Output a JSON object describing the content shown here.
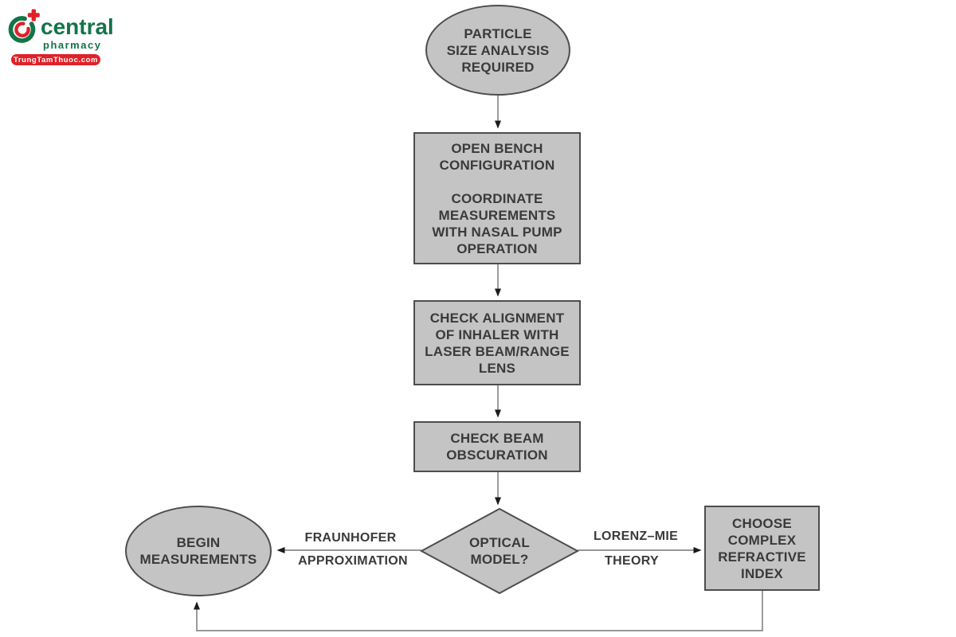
{
  "logo": {
    "brand": "central",
    "sub": "pharmacy",
    "tagline": "TrungTamThuoc.com",
    "colors": {
      "green": "#137449",
      "red": "#e02128"
    }
  },
  "flowchart": {
    "type": "flowchart",
    "colors": {
      "node_fill": "#c4c4c4",
      "node_border": "#4d4d4d",
      "text": "#3a3a3a",
      "connector_line": "#8a8a8a",
      "arrowhead": "#1b1b1b",
      "background": "#ffffff"
    },
    "nodes": {
      "start": {
        "shape": "ellipse",
        "label": "PARTICLE\nSIZE ANALYSIS\nREQUIRED"
      },
      "open_bench": {
        "shape": "rect",
        "label": "OPEN BENCH\nCONFIGURATION\n\nCOORDINATE\nMEASUREMENTS\nWITH NASAL PUMP\nOPERATION"
      },
      "check_alignment": {
        "shape": "rect",
        "label": "CHECK ALIGNMENT\nOF INHALER WITH\nLASER BEAM/RANGE\nLENS"
      },
      "check_beam": {
        "shape": "rect",
        "label": "CHECK BEAM\nOBSCURATION"
      },
      "optical_model": {
        "shape": "diamond",
        "label": "OPTICAL\nMODEL?"
      },
      "begin_measurements": {
        "shape": "ellipse",
        "label": "BEGIN\nMEASUREMENTS"
      },
      "choose_refractive_index": {
        "shape": "rect",
        "label": "CHOOSE\nCOMPLEX\nREFRACTIVE\nINDEX"
      }
    },
    "edges": {
      "start_to_open_bench": {
        "from": "start",
        "to": "open_bench",
        "label": ""
      },
      "open_bench_to_check_alignment": {
        "from": "open_bench",
        "to": "check_alignment",
        "label": ""
      },
      "check_alignment_to_check_beam": {
        "from": "check_alignment",
        "to": "check_beam",
        "label": ""
      },
      "check_beam_to_optical_model": {
        "from": "check_beam",
        "to": "optical_model",
        "label": ""
      },
      "optical_model_to_begin": {
        "from": "optical_model",
        "to": "begin_measurements",
        "label_line1": "FRAUNHOFER",
        "label_line2": "APPROXIMATION"
      },
      "optical_model_to_choose": {
        "from": "optical_model",
        "to": "choose_refractive_index",
        "label_line1": "LORENZ–MIE",
        "label_line2": "THEORY"
      },
      "choose_to_begin_feedback": {
        "from": "choose_refractive_index",
        "to": "begin_measurements",
        "label": ""
      }
    }
  }
}
